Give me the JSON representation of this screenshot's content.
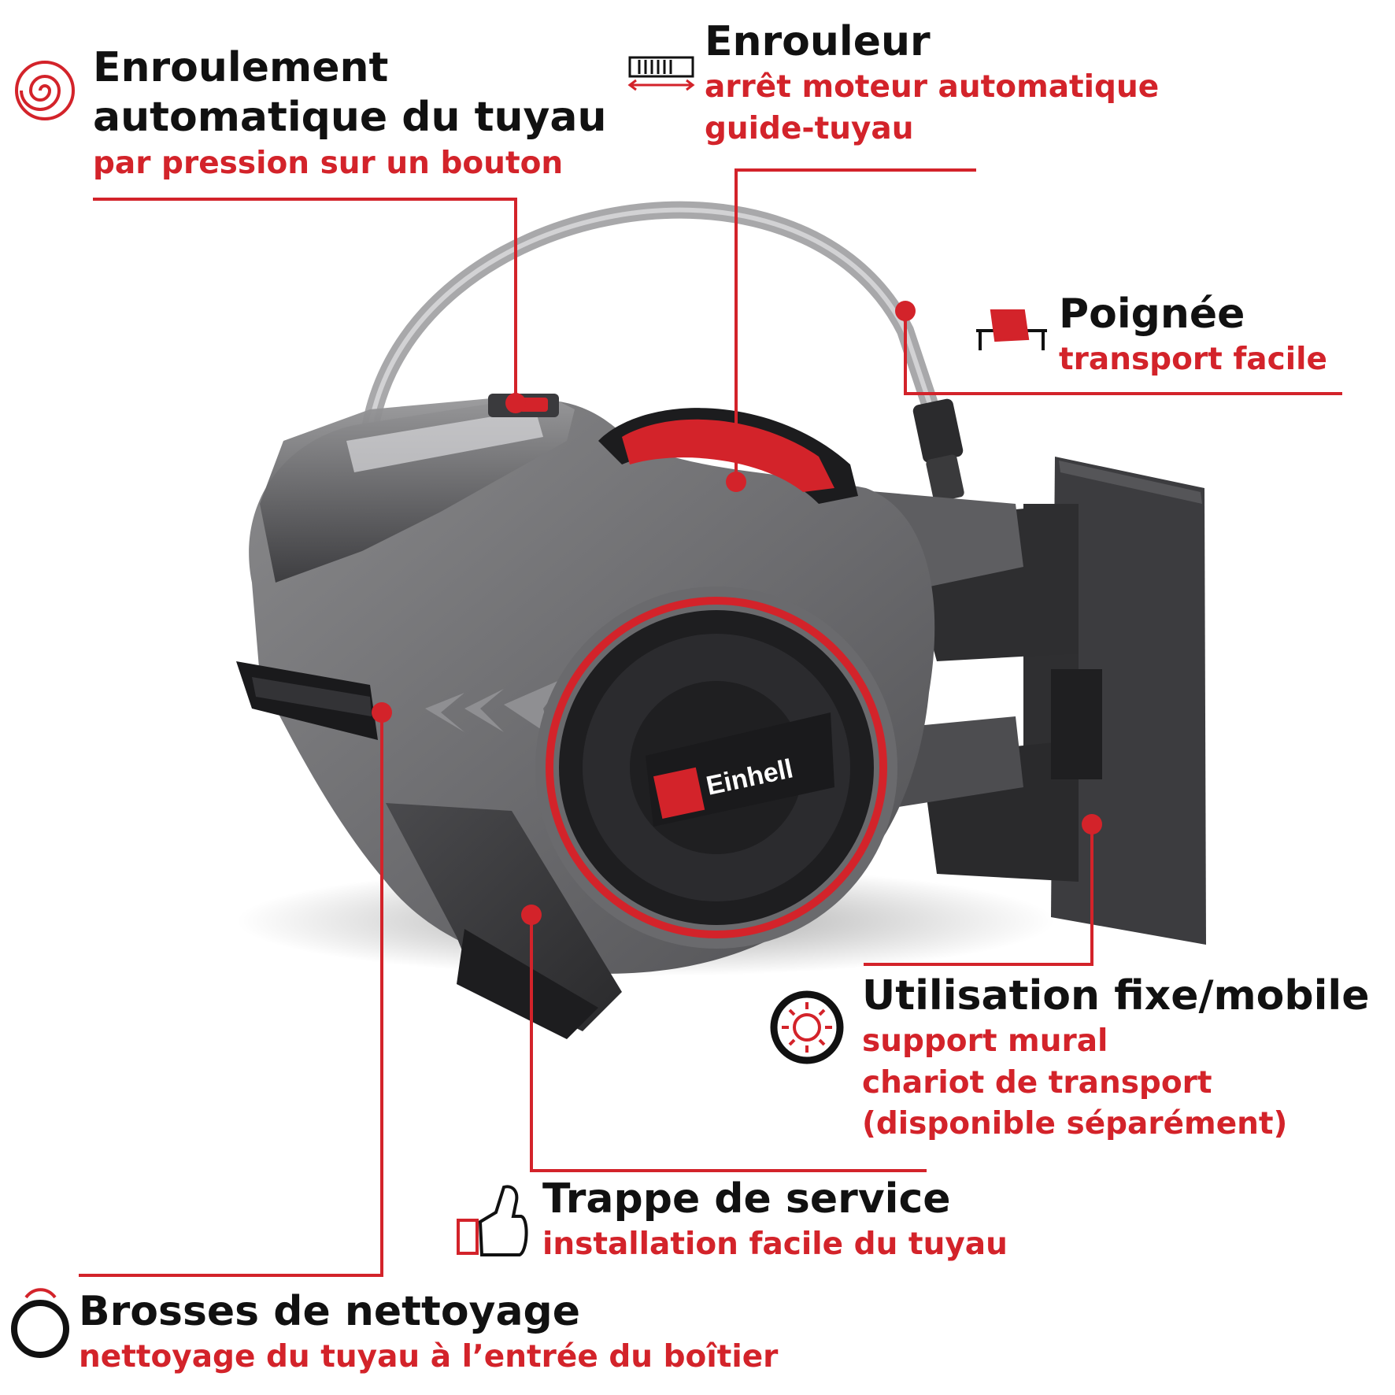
{
  "accent_color": "#d3232a",
  "text_color": "#111111",
  "brand": {
    "logo_text": "Einhell"
  },
  "features": {
    "enroulement": {
      "icon": "spiral-icon",
      "title_line1": "Enroulement",
      "title_line2": "automatique du tuyau",
      "sub1": "par pression sur un bouton"
    },
    "enrouleur": {
      "icon": "hose-guide-icon",
      "title_line1": "Enrouleur",
      "sub1": "arrêt moteur automatique",
      "sub2": "guide-tuyau"
    },
    "poignee": {
      "icon": "handle-grip-icon",
      "title_line1": "Poignée",
      "sub1": "transport facile"
    },
    "utilisation": {
      "icon": "wheel-icon",
      "title_line1": "Utilisation fixe/mobile",
      "sub1": "support mural",
      "sub2": "chariot de transport",
      "sub3": "(disponible séparément)"
    },
    "trappe": {
      "icon": "thumbs-up-icon",
      "title_line1": "Trappe de service",
      "sub1": "installation facile du tuyau"
    },
    "brosses": {
      "icon": "brush-ring-icon",
      "title_line1": "Brosses de nettoyage",
      "sub1": "nettoyage du tuyau à l’entrée du boîtier"
    }
  }
}
